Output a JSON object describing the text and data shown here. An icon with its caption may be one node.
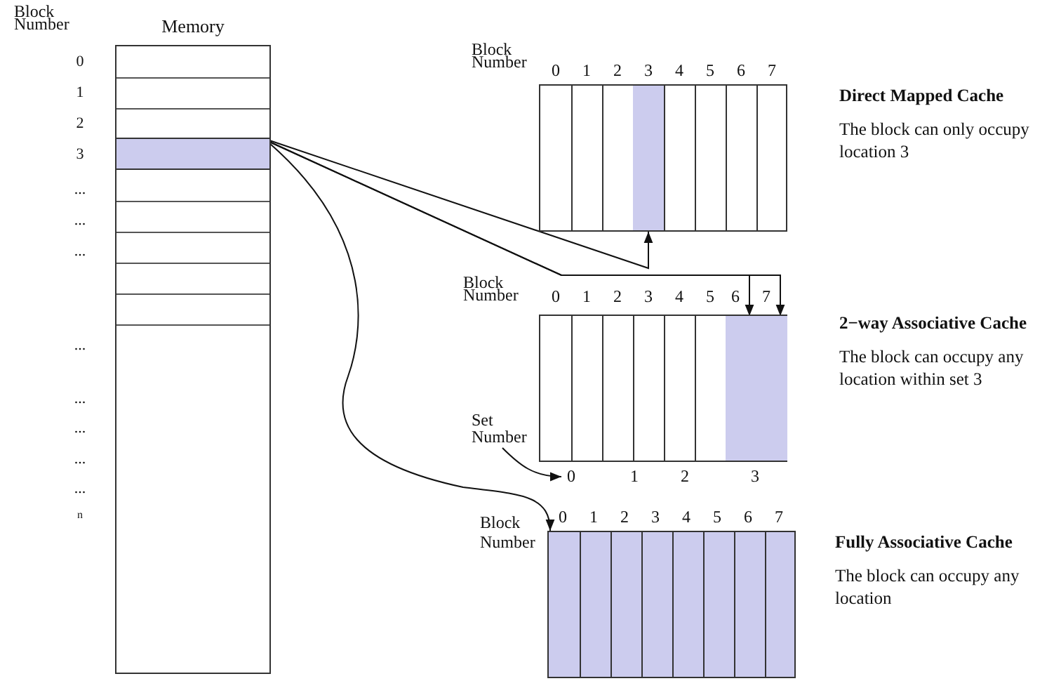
{
  "diagram": {
    "nodes": [
      {
        "text": [
          "Memory"
        ]
      },
      {
        "text": [],
        "shape": "bar",
        "in": 0
      },
      {
        "text": [],
        "shape": "box",
        "beside": [
          "Direct Mapped Cache",
          "The block can only occupy location 3"
        ]
      },
      {
        "text": [],
        "shape": "bar",
        "in": 2
      },
      {
        "text": [],
        "shape": "box",
        "beside": [
          "2−way Associative Cache",
          "The block can occupy any location within set 3"
        ]
      },
      {
        "text": [],
        "shape": "bar",
        "in": 4
      },
      {
        "text": [],
        "shape": "bar",
        "in": 4
      },
      {
        "text": [],
        "shape": "box",
        "beside": [
          "Fully Associative Cache",
          "The block can occupy any location"
        ]
      },
      {
        "text": [
          "Set Number"
        ]
      },
      {
        "text": [
          "0"
        ]
      }
    ],
    "edges": [
      {
        "from": 1,
        "to": 3,
        "arrow": "to"
      },
      {
        "from": 1,
        "to": 5,
        "arrow": "to"
      },
      {
        "from": 1,
        "to": 6,
        "arrow": "to"
      },
      {
        "from": 1,
        "to": 7,
        "arrow": "to"
      },
      {
        "from": 8,
        "to": 9,
        "arrow": "to"
      }
    ],
    "labels": [
      "Block Number",
      "0",
      "1",
      "2",
      "3",
      "...",
      "...",
      "...",
      "...",
      "...",
      "...",
      "...",
      "...",
      "n",
      "Block Number",
      "0",
      "1",
      "2",
      "3",
      "4",
      "5",
      "6",
      "7",
      "Block Number",
      "0",
      "1",
      "2",
      "3",
      "4",
      "5",
      "6",
      "7",
      "1",
      "2",
      "3",
      "Block Number",
      "0",
      "1",
      "2",
      "3",
      "4",
      "5",
      "6",
      "7"
    ]
  }
}
